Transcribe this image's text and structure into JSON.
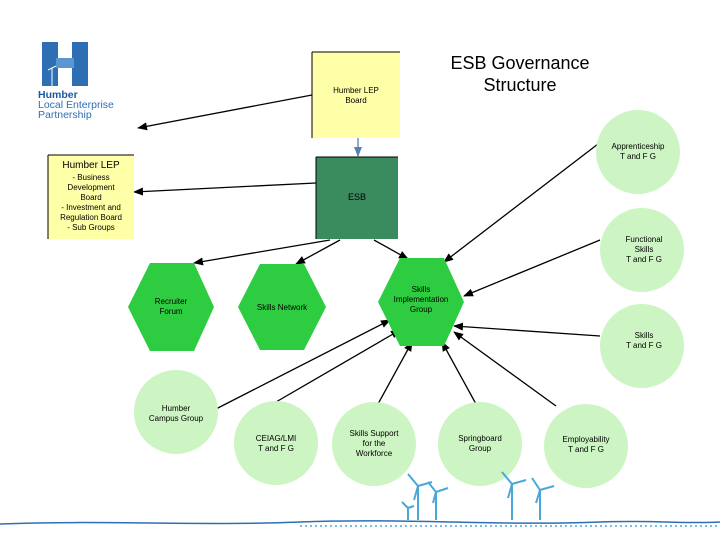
{
  "title": "ESB Governance Structure",
  "title_lines": [
    "ESB Governance",
    "Structure"
  ],
  "logo": {
    "lines": [
      "Humber",
      "Local Enterprise",
      "Partnership"
    ]
  },
  "colors": {
    "yellow_fill": "#ffffa8",
    "green_dark": "#3a8b5e",
    "green_bright": "#2ecc40",
    "green_pale": "#cdf5c3",
    "logo_blue": "#2e6fb4"
  },
  "nodes": {
    "lep_board": [
      "Humber LEP",
      "Board"
    ],
    "esb": [
      "ESB"
    ],
    "humber_lep": [
      "Humber LEP",
      "- Business",
      "Development",
      "Board",
      "- Investment and",
      "Regulation Board",
      "- Sub Groups"
    ],
    "recruiter_forum": [
      "Recruiter",
      "Forum"
    ],
    "skills_network": [
      "Skills Network"
    ],
    "skills_impl": [
      "Skills",
      "Implementation",
      "Group"
    ],
    "apprenticeship": [
      "Apprenticeship",
      "T and F G"
    ],
    "functional_skills": [
      "Functional",
      "Skills",
      "T and F G"
    ],
    "skills_tfg": [
      "Skills",
      "T and F G"
    ],
    "humber_campus": [
      "Humber",
      "Campus Group"
    ],
    "ceiag": [
      "CEIAG/LMI",
      "T and F G"
    ],
    "skills_support": [
      "Skills Support",
      "for the",
      "Workforce"
    ],
    "springboard": [
      "Springboard",
      "Group"
    ],
    "employability": [
      "Employability",
      "T and F G"
    ]
  }
}
